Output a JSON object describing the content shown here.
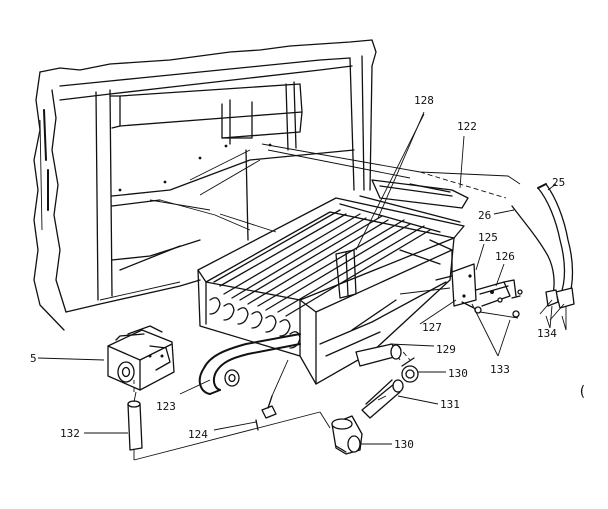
{
  "diagram": {
    "callouts": [
      {
        "id": "5",
        "text": "5"
      },
      {
        "id": "25",
        "text": "25"
      },
      {
        "id": "26",
        "text": "26"
      },
      {
        "id": "122",
        "text": "122"
      },
      {
        "id": "123",
        "text": "123"
      },
      {
        "id": "124",
        "text": "124"
      },
      {
        "id": "125",
        "text": "125"
      },
      {
        "id": "126",
        "text": "126"
      },
      {
        "id": "127",
        "text": "127"
      },
      {
        "id": "128",
        "text": "128"
      },
      {
        "id": "129",
        "text": "129"
      },
      {
        "id": "130a",
        "text": "130"
      },
      {
        "id": "130b",
        "text": "130"
      },
      {
        "id": "131",
        "text": "131"
      },
      {
        "id": "132",
        "text": "132"
      },
      {
        "id": "133",
        "text": "133"
      },
      {
        "id": "134",
        "text": "134"
      }
    ],
    "margin_mark": "("
  }
}
